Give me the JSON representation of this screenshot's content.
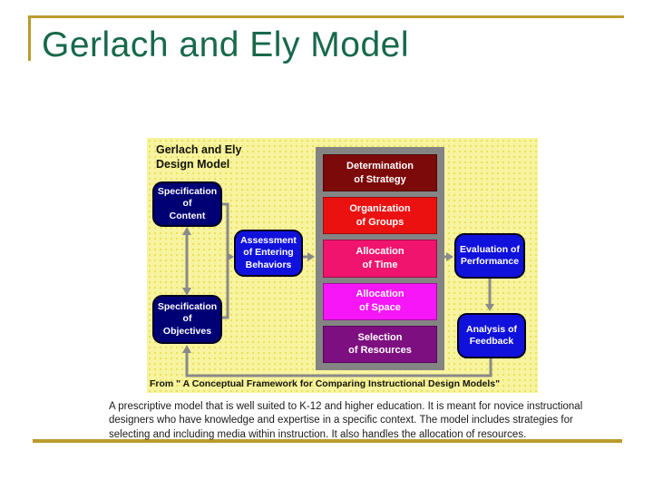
{
  "slide": {
    "title": "Gerlach and Ely Model",
    "title_color": "#17694A",
    "accent_gold": "#BC9B2C"
  },
  "description": "A prescriptive model that is well suited to K-12 and higher education. It is meant for novice instructional designers who have knowledge and expertise in a specific context. The model includes strategies for selecting and including media within instruction. It also handles the allocation of resources.",
  "diagram": {
    "label": "Gerlach and Ely\nDesign Model",
    "caption": "From \" A Conceptual Framework for Comparing Instructional Design Models\"",
    "background": "#F7F39F",
    "frame_color": "#848484",
    "arrow_color": "#8A8A8A",
    "nodes": [
      {
        "id": "specification-of-content",
        "label": "Specification\nof\nContent",
        "color": "#000075"
      },
      {
        "id": "assessment-of-entering-behaviors",
        "label": "Assessment\nof Entering\nBehaviors",
        "color": "#1111DC"
      },
      {
        "id": "specification-of-objectives",
        "label": "Specification\nof\nObjectives",
        "color": "#000075"
      },
      {
        "id": "evaluation-of-performance",
        "label": "Evaluation of\nPerformance",
        "color": "#1111DC"
      },
      {
        "id": "analysis-of-feedback",
        "label": "Analysis of\nFeedback",
        "color": "#1111DC"
      }
    ],
    "stages": [
      {
        "label": "Determination\nof Strategy",
        "color": "#7D0A0A"
      },
      {
        "label": "Organization\nof Groups",
        "color": "#EC1111"
      },
      {
        "label": "Allocation\nof Time",
        "color": "#F0146E"
      },
      {
        "label": "Allocation\nof Space",
        "color": "#F716F7"
      },
      {
        "label": "Selection\nof Resources",
        "color": "#7D0F80"
      }
    ]
  }
}
